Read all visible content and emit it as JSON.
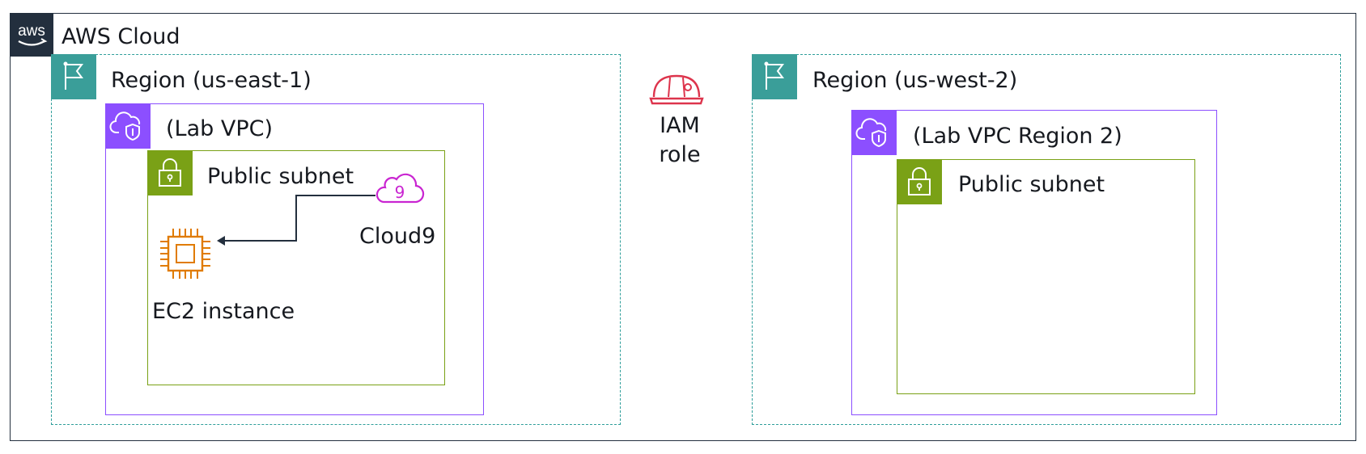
{
  "aws_cloud": {
    "label": "AWS Cloud",
    "logo_text": "aws"
  },
  "region_east": {
    "label": "Region (us-east-1)",
    "vpc": {
      "label": "(Lab VPC)",
      "subnet": {
        "label": "Public subnet",
        "cloud9": {
          "label": "Cloud9",
          "badge": "9"
        },
        "ec2": {
          "label": "EC2 instance"
        }
      }
    }
  },
  "iam_role": {
    "line1": "IAM",
    "line2": "role"
  },
  "region_west": {
    "label": "Region (us-west-2)",
    "vpc": {
      "label": "(Lab VPC Region 2)",
      "subnet": {
        "label": "Public subnet"
      }
    }
  },
  "colors": {
    "aws_dark": "#232f3e",
    "region": "#3a9e99",
    "vpc": "#8c4fff",
    "subnet": "#7aa116",
    "cloud9": "#c925d1",
    "ec2": "#e07b00",
    "iam": "#dd344c"
  }
}
